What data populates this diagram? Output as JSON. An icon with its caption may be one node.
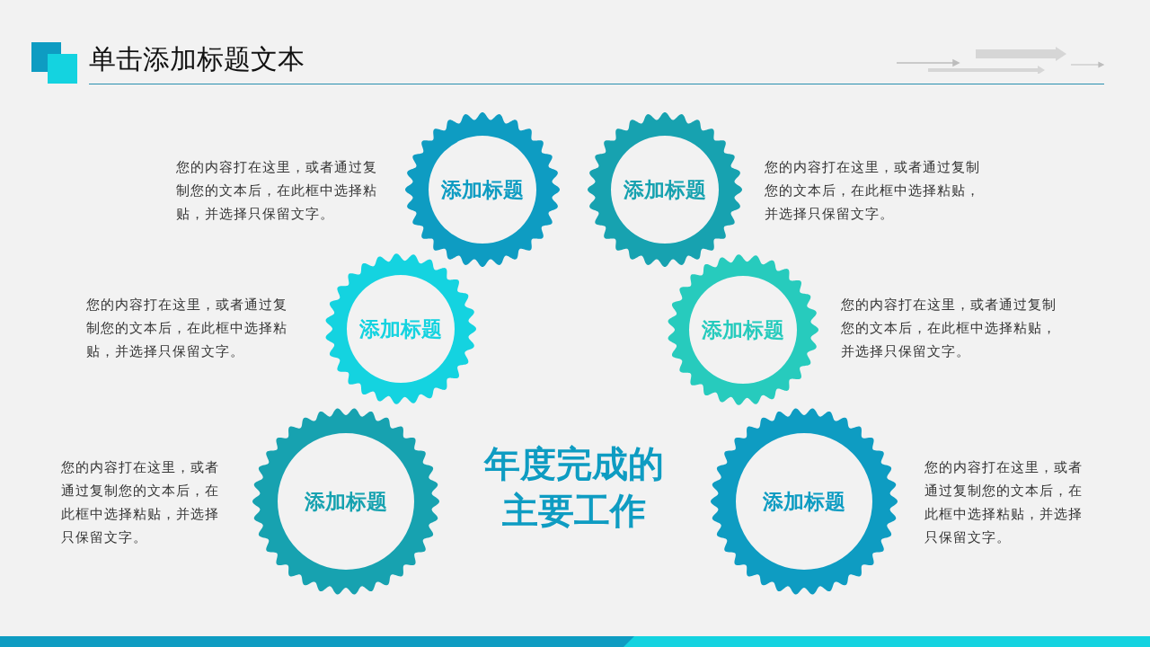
{
  "diagram": {
    "title": "单击添加标题文本",
    "nodes": [
      {
        "text": [
          "添加标题"
        ],
        "beside": [
          "您的内容打在这里，或者通过复制您的文本后，在此框中选择粘贴，并选择只保留文字。"
        ]
      },
      {
        "text": [
          "添加标题"
        ],
        "beside": [
          "您的内容打在这里，或者通过复制您的文本后，在此框中选择粘贴，并选择只保留文字。"
        ]
      },
      {
        "text": [
          "添加标题"
        ],
        "beside": [
          "您的内容打在这里，或者通过复制您的文本后，在此框中选择粘贴，并选择只保留文字。"
        ]
      },
      {
        "text": [
          "添加标题"
        ],
        "beside": [
          "您的内容打在这里，或者通过复制您的文本后，在此框中选择粘贴，并选择只保留文字。"
        ]
      },
      {
        "text": [
          "添加标题"
        ],
        "beside": [
          "您的内容打在这里，或者通过复制您的文本后，在此框中选择粘贴，并选择只保留文字。"
        ]
      },
      {
        "text": [
          "添加标题"
        ],
        "beside": [
          "您的内容打在这里，或者通过复制您的文本后，在此框中选择粘贴，并选择只保留文字。"
        ]
      }
    ],
    "labels": [
      "年度完成的主要工作"
    ]
  }
}
